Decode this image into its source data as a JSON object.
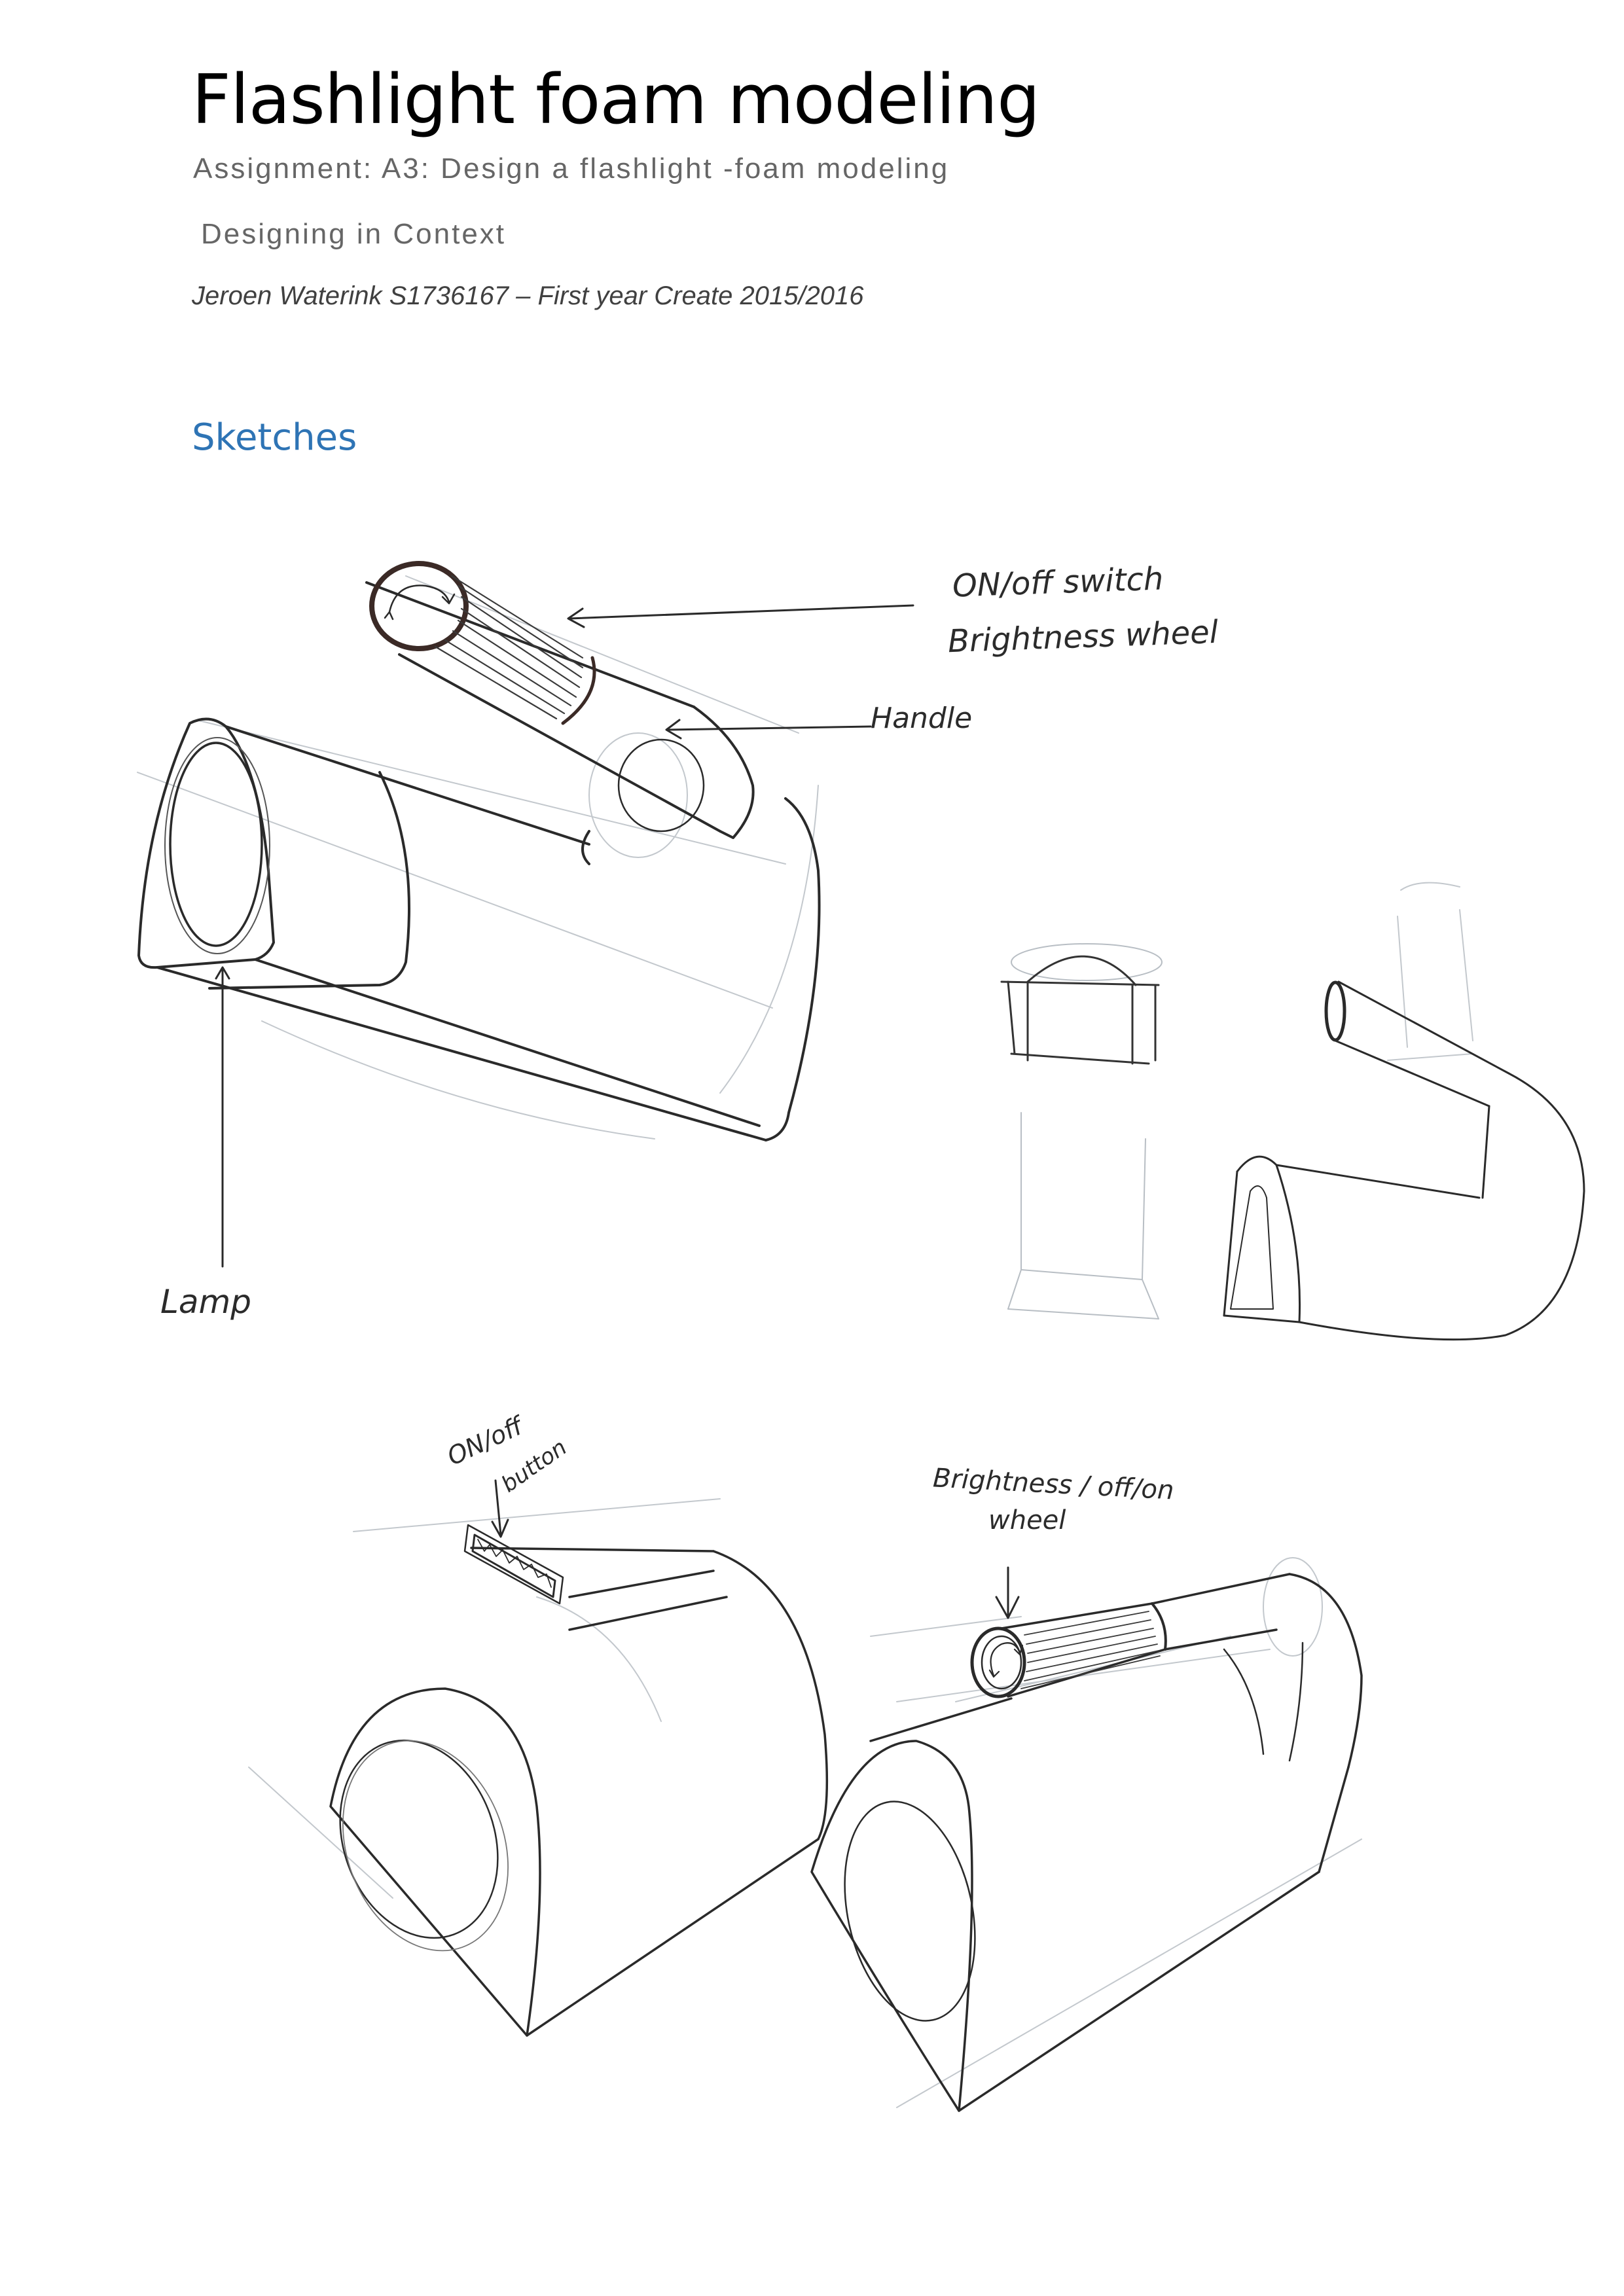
{
  "document": {
    "title": "Flashlight foam modeling",
    "assignment": "Assignment: A3: Design a flashlight -foam modeling",
    "course": " Designing in Context",
    "author_line": "Jeroen Waterink S1736167 –  First year Create 2015/2016"
  },
  "sections": [
    {
      "heading": "Sketches",
      "heading_color": "#2e74b5"
    }
  ],
  "sketches": {
    "sketch1": {
      "description": "Flashlight body with lamp and angled handle",
      "labels": {
        "switch_line1": "ON/off switch",
        "switch_line2": "Brightness wheel",
        "handle": "Handle",
        "lamp": "Lamp"
      }
    },
    "sketch2": {
      "description": "Front-view construction sketch and small perspective flashlight"
    },
    "sketch3": {
      "description": "Flashlight body with top push button",
      "labels": {
        "button_line1": "ON/off",
        "button_line2": "button"
      }
    },
    "sketch4": {
      "description": "Flashlight body with cylindrical brightness wheel",
      "labels": {
        "wheel_line1": "Brightness / off/on",
        "wheel_line2": "wheel"
      }
    }
  },
  "colors": {
    "text_primary": "#000000",
    "text_secondary": "#666666",
    "text_author": "#404040",
    "heading_accent": "#2e74b5",
    "pencil": "#2a2a2a",
    "pencil_light": "#b8bec4"
  }
}
